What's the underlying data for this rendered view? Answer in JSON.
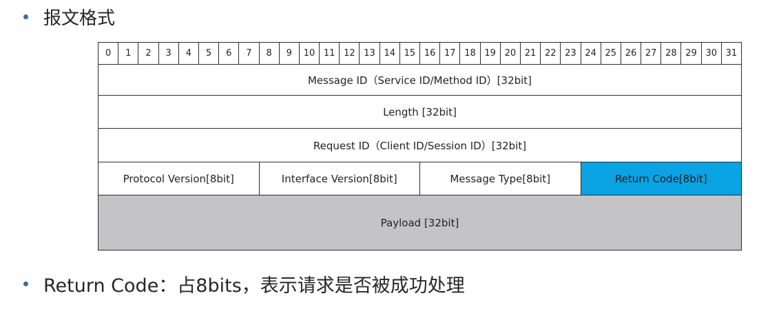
{
  "heading": {
    "text": "报文格式"
  },
  "bits": [
    "0",
    "1",
    "2",
    "3",
    "4",
    "5",
    "6",
    "7",
    "8",
    "9",
    "10",
    "11",
    "12",
    "13",
    "14",
    "15",
    "16",
    "17",
    "18",
    "19",
    "20",
    "21",
    "22",
    "23",
    "24",
    "25",
    "26",
    "27",
    "28",
    "29",
    "30",
    "31"
  ],
  "rows": {
    "message_id": "Message ID（Service ID/Method ID）[32bit]",
    "length": "Length [32bit]",
    "request_id": "Request ID（Client ID/Session ID）[32bit]",
    "protocol_version": "Protocol Version[8bit]",
    "interface_version": "Interface Version[8bit]",
    "message_type": "Message Type[8bit]",
    "return_code": "Return Code[8bit]",
    "payload": "Payload [32bit]"
  },
  "footer": {
    "text": "Return Code：占8bits，表示请求是否被成功处理"
  },
  "colors": {
    "highlight": "#0aa3e3",
    "payload_bg": "#c4c3c6",
    "bullet": "#3a6ea5"
  }
}
